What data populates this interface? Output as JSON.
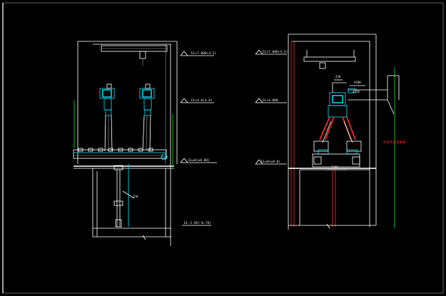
{
  "left_view": {
    "levels": {
      "top": "EL+7.000(4.5)",
      "mid": "EL+4.0(4.0)",
      "floor": "EL±0(±0.00)",
      "base": "EL-3.50(-0.70)"
    },
    "callout": "250"
  },
  "right_view": {
    "levels": {
      "top": "EL+7.000(4.5)",
      "mid": "EL+4.000",
      "floor": "EL±0(±0.0)"
    },
    "dim_top": "250",
    "dim_right": "4200",
    "dim_small": "4250",
    "dim_bottom": "3500",
    "side_note": "检修平台及楼梯",
    "colors": {
      "structure": "#ffffff",
      "robot": "#00e5ff",
      "hose": "#ff2a2a",
      "accent": "#22dd22"
    }
  }
}
